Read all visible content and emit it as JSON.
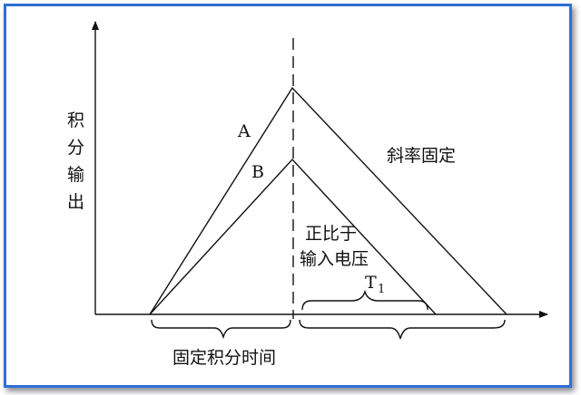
{
  "diagram": {
    "y_axis_label": [
      "积",
      "分",
      "输",
      "出"
    ],
    "line_a_label": "A",
    "line_b_label": "B",
    "slope_label": "斜率固定",
    "proportional_label_line1": "正比于",
    "proportional_label_line2": "输入电压",
    "t1_label_main": "T",
    "t1_label_sub": "1",
    "fixed_time_label": "固定积分时间"
  },
  "colors": {
    "frame": "#2f6fd6",
    "ink": "#111111"
  }
}
